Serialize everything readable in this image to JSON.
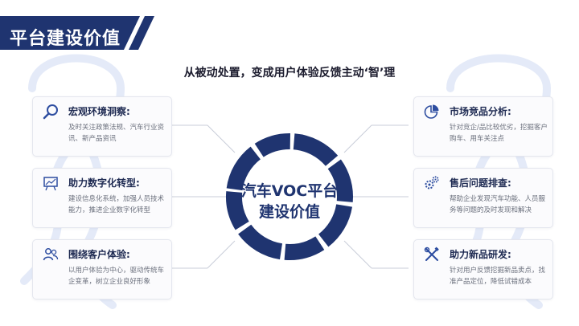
{
  "header": {
    "title": "平台建设价值"
  },
  "subtitle": "从被动处置，变成用户体验反馈主动‘智’理",
  "center": {
    "line1": "汽车VOC平台",
    "line2": "建设价值"
  },
  "cards": [
    {
      "title": "宏观环境洞察:",
      "body": "及时关注政策法规、汽车行业资讯、新产品资讯",
      "icon": "magnifier-icon"
    },
    {
      "title": "助力数字化转型:",
      "body": "建设信息化系统，加强人员技术能力，推进企业数字化转型",
      "icon": "presentation-chart-icon"
    },
    {
      "title": "围绕客户体验:",
      "body": "以用户体验为中心，驱动传统车企变革，树立企业良好形象",
      "icon": "users-icon"
    },
    {
      "title": "市场竞品分析:",
      "body": "针对竞企/品比较优劣，挖掘客户购车、用车关注点",
      "icon": "pie-chart-icon"
    },
    {
      "title": "售后问题排查:",
      "body": "帮助企业发现汽车功能、人员服务等问题的及时发现和解决",
      "icon": "gears-icon"
    },
    {
      "title": "助力新品研发:",
      "body": "针对用户反馈挖掘新品卖点，找准产品定位，降低试错成本",
      "icon": "tools-icon"
    }
  ],
  "colors": {
    "navy": "#1f3470",
    "accent": "#2d4da0",
    "deco": "#e7ecf8"
  }
}
